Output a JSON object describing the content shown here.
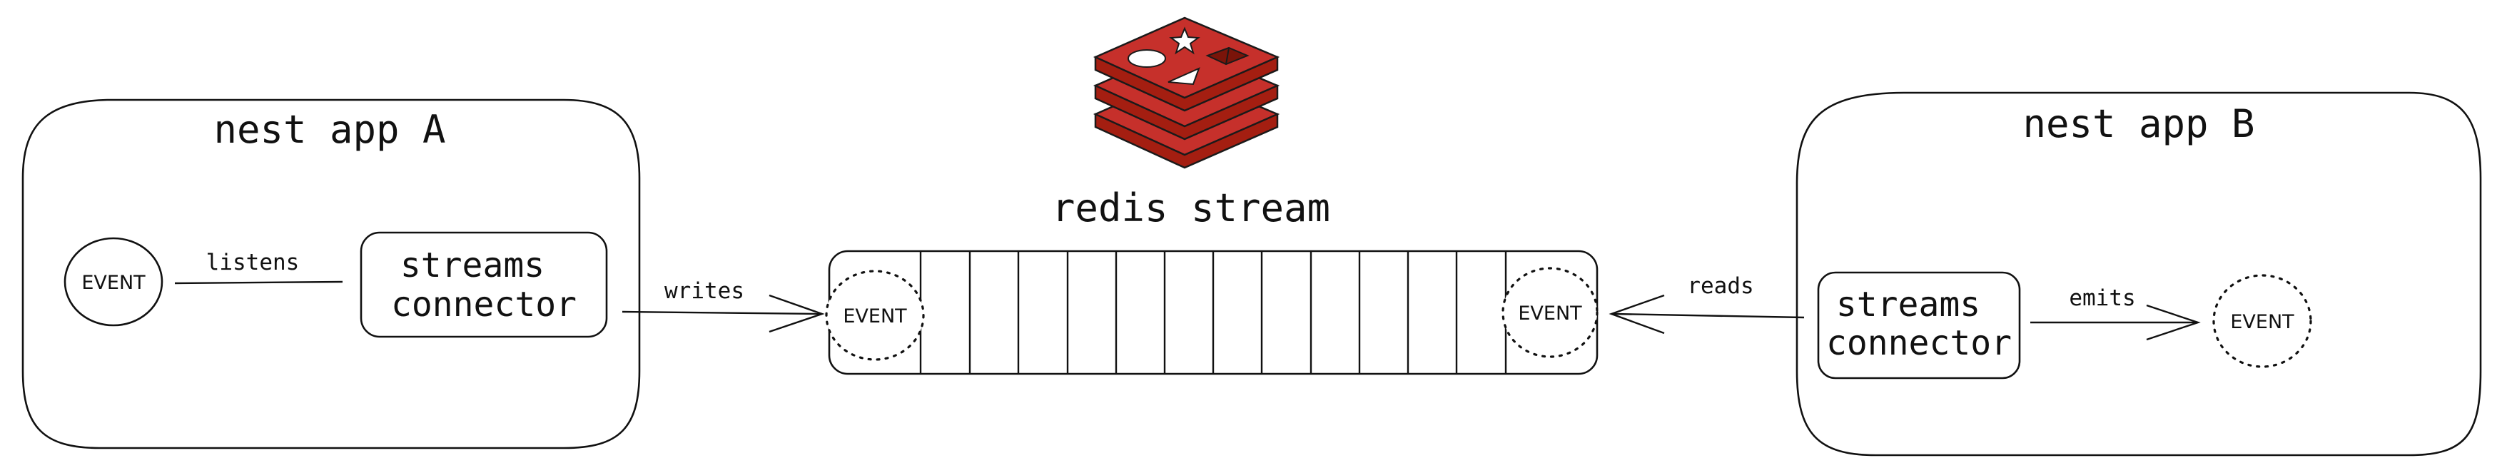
{
  "app_a": {
    "title": "nest app A",
    "event_label": "EVENT",
    "listens_label": "listens",
    "connector_line1": "streams",
    "connector_line2": "connector"
  },
  "app_b": {
    "title": "nest app B",
    "event_label": "EVENT",
    "emits_label": "emits",
    "connector_line1": "streams",
    "connector_line2": "connector"
  },
  "stream": {
    "title": "redis stream",
    "first_event_label": "EVENT",
    "last_event_label": "EVENT"
  },
  "edges": {
    "writes_label": "writes",
    "reads_label": "reads"
  },
  "logo": {
    "icon": "redis-logo-icon",
    "color": "#C6302B",
    "dark_color": "#A41E11"
  }
}
